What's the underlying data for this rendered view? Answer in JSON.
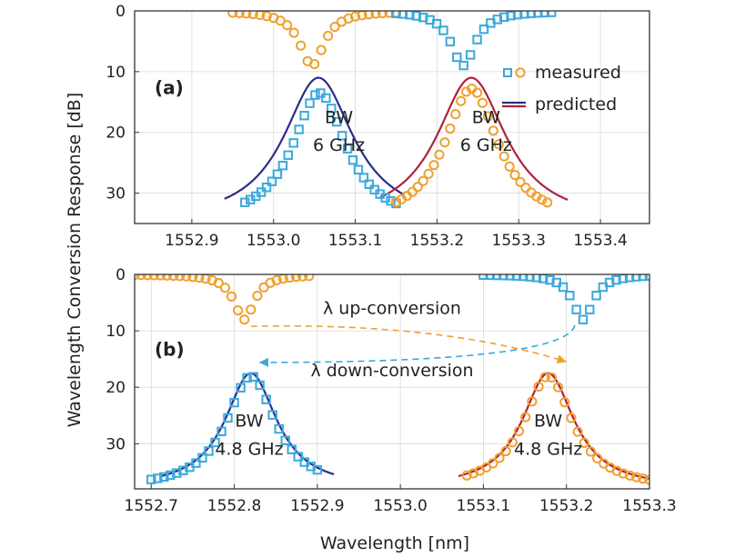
{
  "colors": {
    "orange": "#F0A030",
    "blue": "#3AA8DC",
    "navy": "#2C2C8C",
    "crimson": "#B0203C"
  },
  "chart_data": {
    "type": "line",
    "ylabel": "Wavelength Conversion Response [dB]",
    "xlabel": "Wavelength [nm]",
    "legend": {
      "placement": "top-right of panel (a)",
      "measured_label": "measured",
      "predicted_label": "predicted"
    },
    "panels": [
      {
        "id": "a",
        "panel_label": "(a)",
        "xlim": [
          1552.83,
          1553.46
        ],
        "ylim": [
          0,
          35
        ],
        "y_inverted": true,
        "x_ticks": [
          "1552.9",
          "1553.0",
          "1553.1",
          "1553.2",
          "1553.3",
          "1553.4"
        ],
        "x_tick_values": [
          1552.9,
          1553.0,
          1553.1,
          1553.2,
          1553.3,
          1553.4
        ],
        "y_ticks": [
          "0",
          "10",
          "20",
          "30"
        ],
        "y_tick_values": [
          0,
          10,
          20,
          30
        ],
        "annotations": [
          {
            "text": "BW",
            "x": 1553.08,
            "y": 18.5
          },
          {
            "text": "6 GHz",
            "x": 1553.08,
            "y": 23
          },
          {
            "text": "BW",
            "x": 1553.26,
            "y": 18.5
          },
          {
            "text": "6 GHz",
            "x": 1553.26,
            "y": 23
          }
        ],
        "series": [
          {
            "kind": "measured-circle",
            "color": "orange",
            "shape": "dip",
            "x_start": 1552.95,
            "x_end": 1553.15,
            "center": 1553.047,
            "floor": 0,
            "peak": 9,
            "width": 0.018,
            "samples": 25
          },
          {
            "kind": "measured-square",
            "color": "blue",
            "shape": "dip",
            "x_start": 1553.15,
            "x_end": 1553.34,
            "center": 1553.232,
            "floor": 0,
            "peak": 9,
            "width": 0.018,
            "samples": 24
          },
          {
            "kind": "measured-square",
            "color": "blue",
            "shape": "peak",
            "x_start": 1552.965,
            "x_end": 1553.15,
            "center": 1553.056,
            "floor": 35,
            "peak": 13.5,
            "width": 0.04,
            "samples": 29
          },
          {
            "kind": "measured-circle",
            "color": "orange",
            "shape": "peak",
            "x_start": 1553.15,
            "x_end": 1553.335,
            "center": 1553.242,
            "floor": 35,
            "peak": 12.8,
            "width": 0.04,
            "samples": 29
          },
          {
            "kind": "predicted-line",
            "color": "navy",
            "shape": "peak",
            "x_start": 1552.94,
            "x_end": 1553.16,
            "center": 1553.055,
            "floor": 35,
            "peak": 11,
            "width": 0.052
          },
          {
            "kind": "predicted-line",
            "color": "crimson",
            "shape": "peak",
            "x_start": 1553.13,
            "x_end": 1553.36,
            "center": 1553.242,
            "floor": 35,
            "peak": 11,
            "width": 0.052
          }
        ]
      },
      {
        "id": "b",
        "panel_label": "(b)",
        "xlim": [
          1552.68,
          1553.3
        ],
        "ylim": [
          0,
          38
        ],
        "y_inverted": true,
        "x_ticks": [
          "1552.7",
          "1552.8",
          "1552.9",
          "1553.0",
          "1553.1",
          "1553.2",
          "1553.3"
        ],
        "x_tick_values": [
          1552.7,
          1552.8,
          1552.9,
          1553.0,
          1553.1,
          1553.2,
          1553.3
        ],
        "y_ticks": [
          "0",
          "10",
          "20",
          "30"
        ],
        "y_tick_values": [
          0,
          10,
          20,
          30
        ],
        "annotations": [
          {
            "text": "BW",
            "x": 1552.818,
            "y": 27
          },
          {
            "text": "4.8 GHz",
            "x": 1552.818,
            "y": 32
          },
          {
            "text": "BW",
            "x": 1553.178,
            "y": 27
          },
          {
            "text": "4.8 GHz",
            "x": 1553.178,
            "y": 32
          },
          {
            "text": "λ up-conversion",
            "x": 1552.99,
            "y": 7
          },
          {
            "text": "λ down-conversion",
            "x": 1552.99,
            "y": 18
          }
        ],
        "arrows": [
          {
            "color": "orange",
            "from": [
              1552.82,
              9.2
            ],
            "ctrl": [
              1553.05,
              8.5
            ],
            "to": [
              1553.2,
              15.5
            ]
          },
          {
            "color": "blue",
            "from": [
              1553.21,
              9.0
            ],
            "ctrl": [
              1553.2,
              15.6
            ],
            "to": [
              1552.83,
              15.6
            ]
          }
        ],
        "series": [
          {
            "kind": "measured-circle",
            "color": "orange",
            "shape": "dip",
            "x_start": 1552.68,
            "x_end": 1552.89,
            "center": 1552.812,
            "floor": 0,
            "peak": 8,
            "width": 0.015,
            "samples": 28
          },
          {
            "kind": "measured-square",
            "color": "blue",
            "shape": "dip",
            "x_start": 1553.1,
            "x_end": 1553.3,
            "center": 1553.22,
            "floor": 0,
            "peak": 8,
            "width": 0.015,
            "samples": 26
          },
          {
            "kind": "measured-square",
            "color": "blue",
            "shape": "peak",
            "x_start": 1552.7,
            "x_end": 1552.9,
            "center": 1552.82,
            "floor": 38,
            "peak": 18,
            "width": 0.036,
            "samples": 27
          },
          {
            "kind": "measured-circle",
            "color": "orange",
            "shape": "peak",
            "x_start": 1553.08,
            "x_end": 1553.3,
            "center": 1553.178,
            "floor": 38,
            "peak": 18,
            "width": 0.036,
            "samples": 29
          },
          {
            "kind": "predicted-line",
            "color": "navy",
            "shape": "peak",
            "x_start": 1552.71,
            "x_end": 1552.92,
            "center": 1552.82,
            "floor": 38,
            "peak": 17.5,
            "width": 0.038
          },
          {
            "kind": "predicted-line",
            "color": "crimson",
            "shape": "peak",
            "x_start": 1553.07,
            "x_end": 1553.3,
            "center": 1553.178,
            "floor": 38,
            "peak": 17.5,
            "width": 0.038
          }
        ]
      }
    ]
  }
}
